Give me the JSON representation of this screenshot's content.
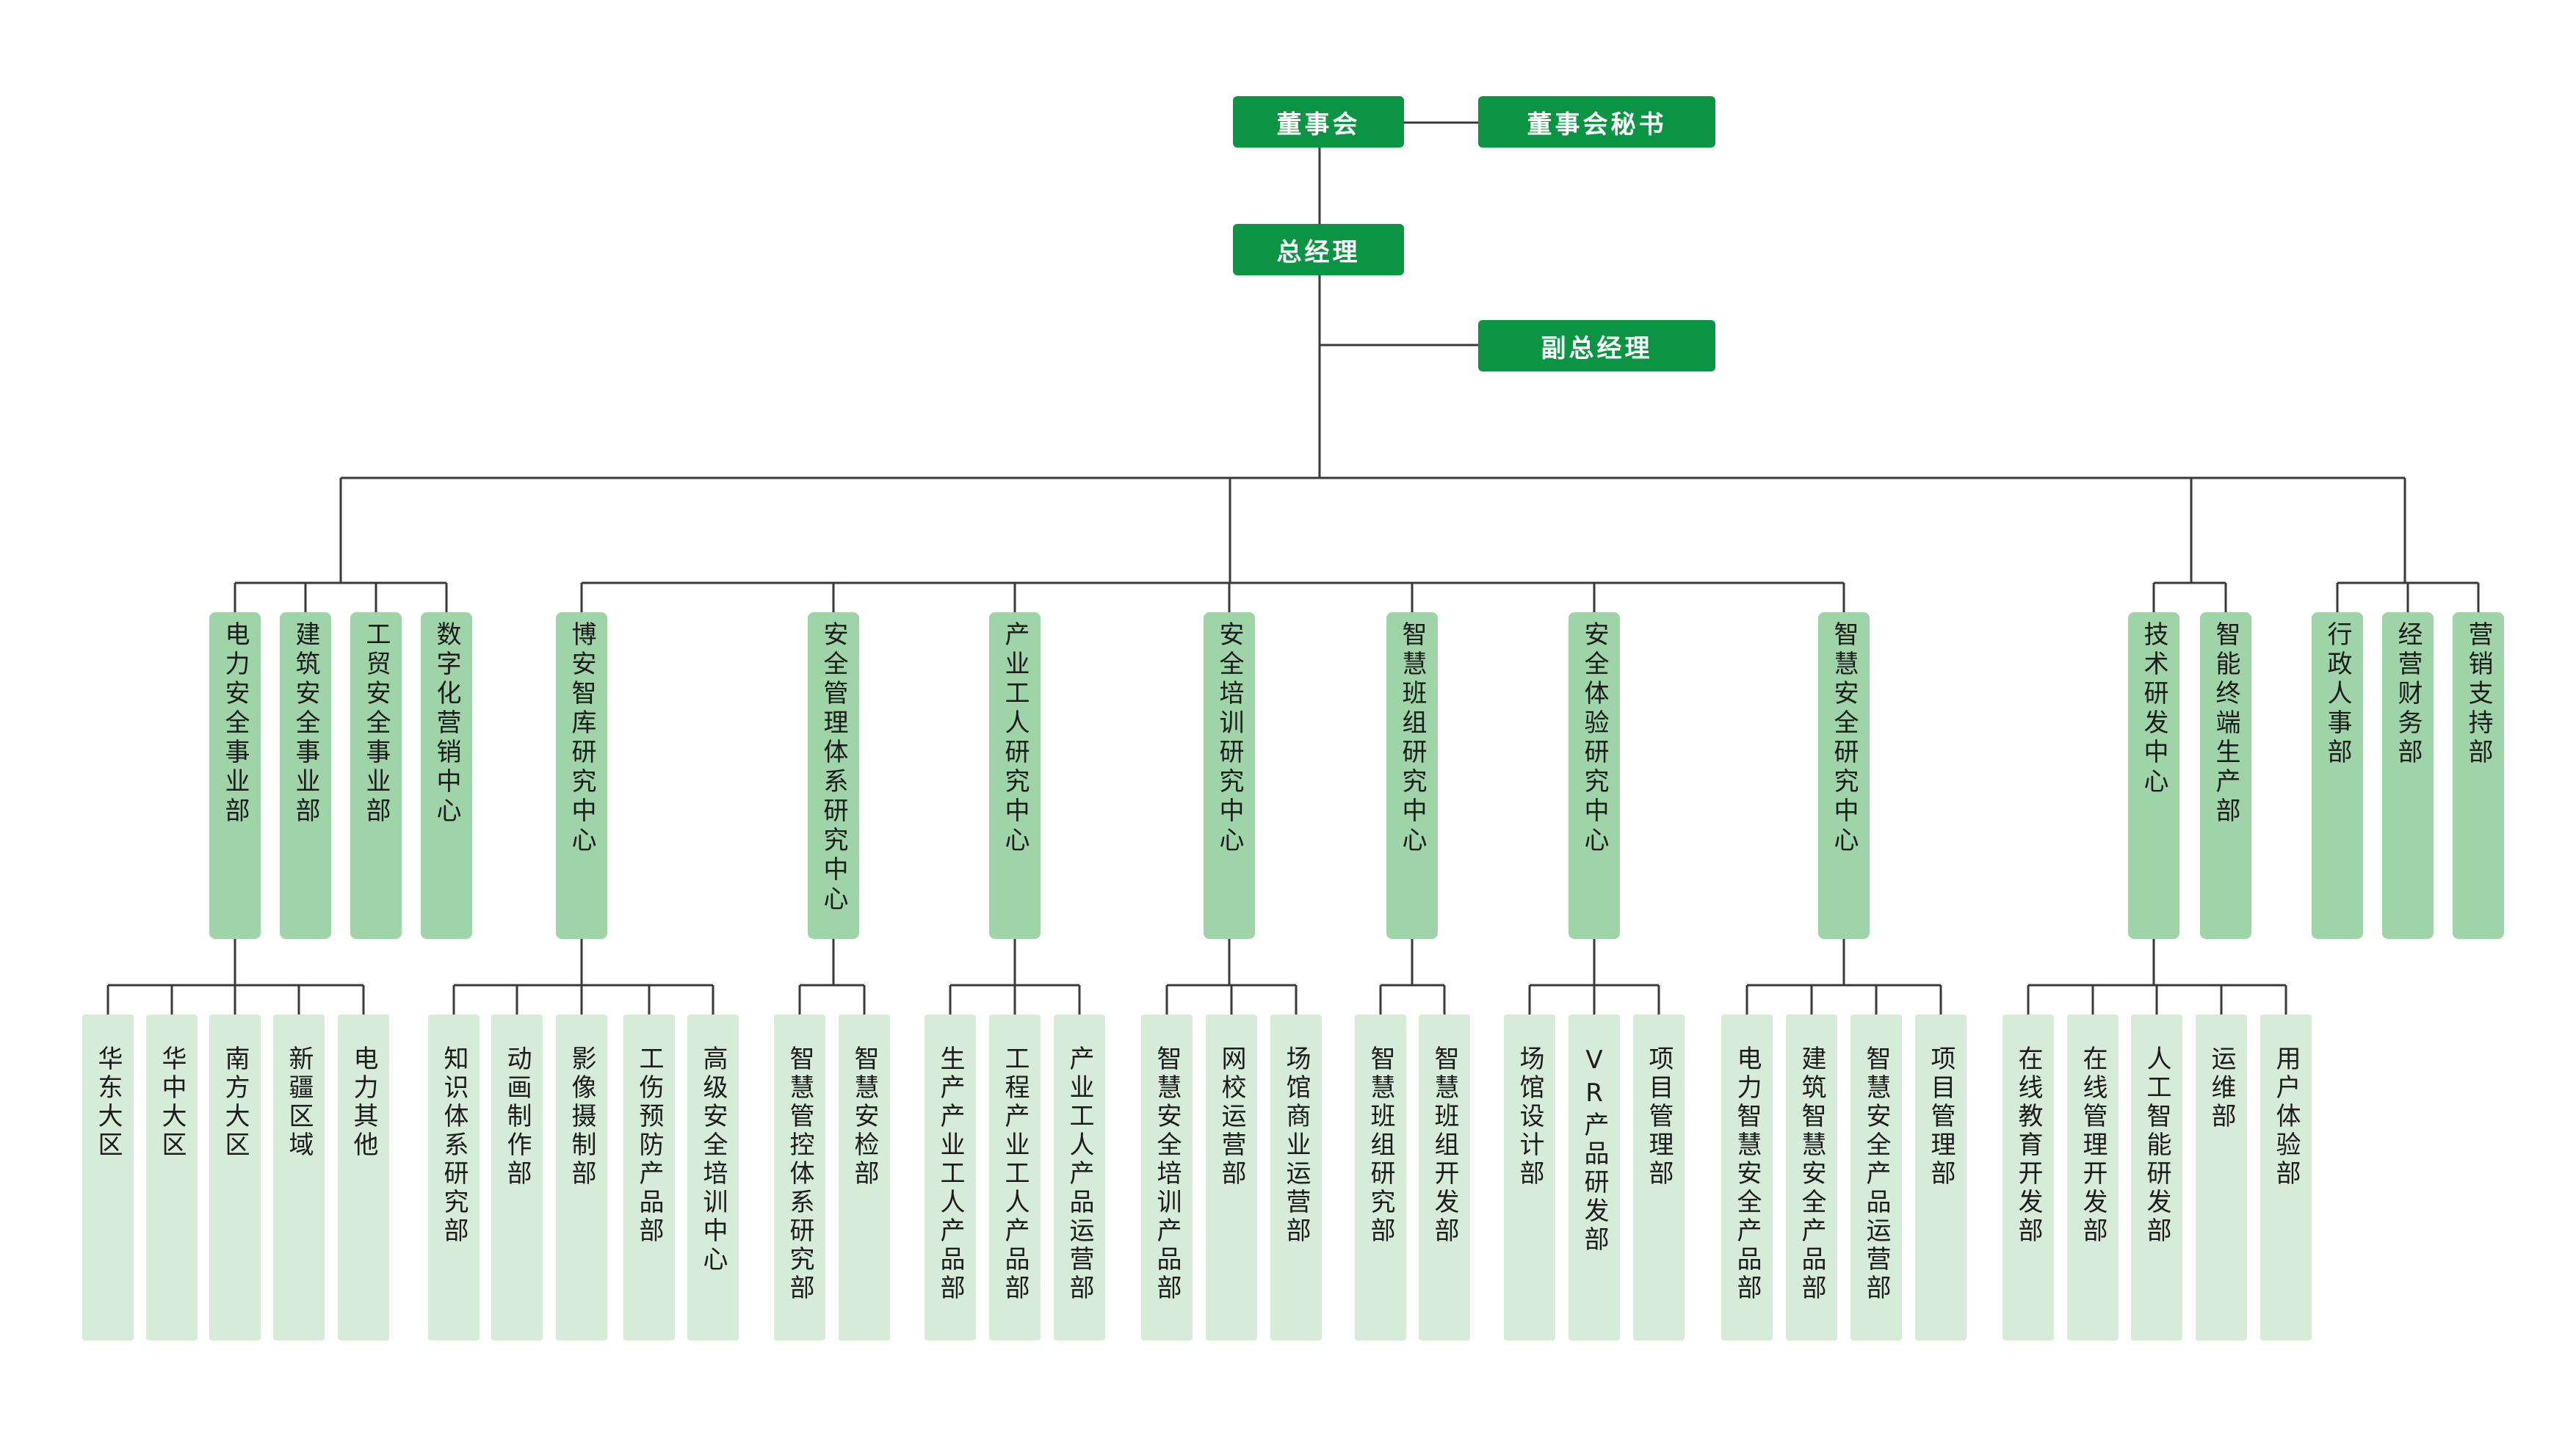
{
  "colors": {
    "top": "#0b9444",
    "mid": "#9fd3a8",
    "leaf": "#d6ecd8",
    "line": "#3a3a3a"
  },
  "org": {
    "board": "董事会",
    "board_secretary": "董事会秘书",
    "general_manager": "总经理",
    "deputy_general_manager": "副总经理",
    "groups": [
      {
        "units": [
          {
            "name": "电力安全事业部",
            "children": [
              "华东大区",
              "华中大区",
              "南方大区",
              "新疆区域",
              "电力其他"
            ]
          },
          {
            "name": "建筑安全事业部",
            "children": []
          },
          {
            "name": "工贸安全事业部",
            "children": []
          },
          {
            "name": "数字化营销中心",
            "children": []
          }
        ]
      },
      {
        "units": [
          {
            "name": "博安智库研究中心",
            "children": [
              "知识体系研究部",
              "动画制作部",
              "影像摄制部",
              "工伤预防产品部",
              "高级安全培训中心"
            ]
          },
          {
            "name": "安全管理体系研究中心",
            "children": [
              "智慧管控体系研究部",
              "智慧安检部"
            ]
          },
          {
            "name": "产业工人研究中心",
            "children": [
              "生产产业工人产品部",
              "工程产业工人产品部",
              "产业工人产品运营部"
            ]
          },
          {
            "name": "安全培训研究中心",
            "children": [
              "智慧安全培训产品部",
              "网校运营部",
              "场馆商业运营部"
            ]
          },
          {
            "name": "智慧班组研究中心",
            "children": [
              "智慧班组研究部",
              "智慧班组开发部"
            ]
          },
          {
            "name": "安全体验研究中心",
            "children": [
              "场馆设计部",
              "VR产品研发部",
              "项目管理部"
            ]
          },
          {
            "name": "智慧安全研究中心",
            "children": [
              "电力智慧安全产品部",
              "建筑智慧安全产品部",
              "智慧安全产品运营部",
              "项目管理部"
            ]
          }
        ]
      },
      {
        "units": [
          {
            "name": "技术研发中心",
            "children": [
              "在线教育开发部",
              "在线管理开发部",
              "人工智能研发部",
              "运维部",
              "用户体验部"
            ]
          },
          {
            "name": "智能终端生产部",
            "children": []
          }
        ]
      },
      {
        "units": [
          {
            "name": "行政人事部",
            "children": []
          },
          {
            "name": "经营财务部",
            "children": []
          },
          {
            "name": "营销支持部",
            "children": []
          }
        ]
      }
    ]
  }
}
